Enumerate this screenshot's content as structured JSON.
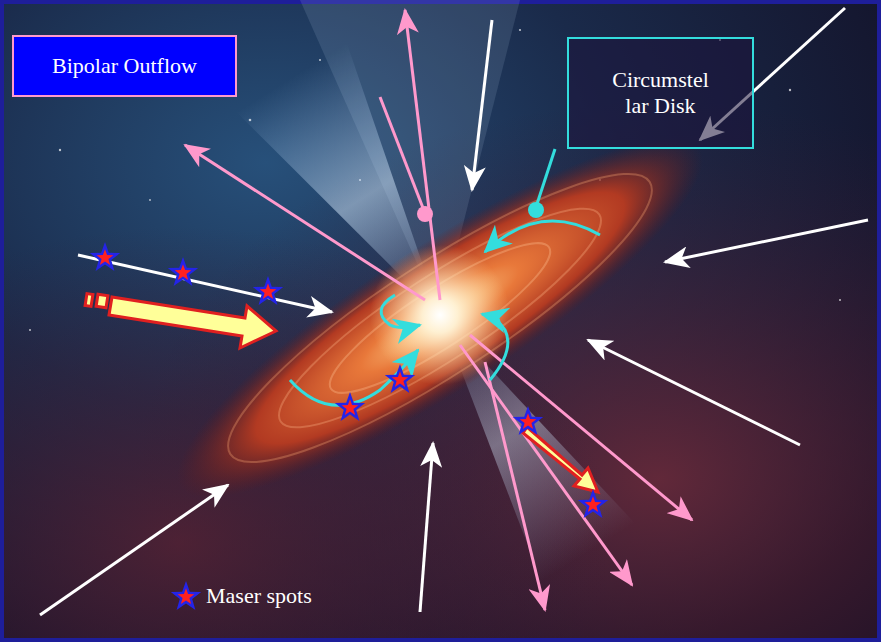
{
  "diagram": {
    "nodes": [
      {
        "text": [
          "Bipolar Outflow"
        ]
      },
      {
        "text": [
          "Circumstel lar Disk"
        ]
      }
    ],
    "legend": [
      {
        "text": "Maser spots"
      }
    ]
  }
}
